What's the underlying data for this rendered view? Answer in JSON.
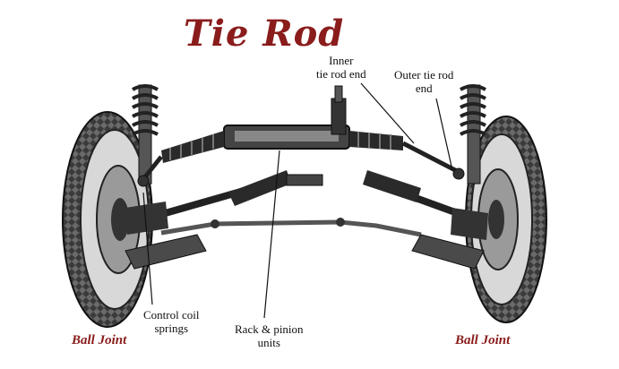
{
  "title": "Tie Rod",
  "labels": {
    "inner_tie_rod_end": [
      "Inner",
      "tie rod end"
    ],
    "outer_tie_rod_end": [
      "Outer tie rod",
      "end"
    ],
    "control_coil_springs": [
      "Control coil",
      "springs"
    ],
    "rack_pinion_units": [
      "Rack & pinion",
      "units"
    ],
    "ball_joint_left": "Ball Joint",
    "ball_joint_right": "Ball Joint"
  },
  "colors": {
    "title": "#8a1c1c",
    "ball_joint_text": "#8a1c1c",
    "ink": "#1a1a1a"
  }
}
